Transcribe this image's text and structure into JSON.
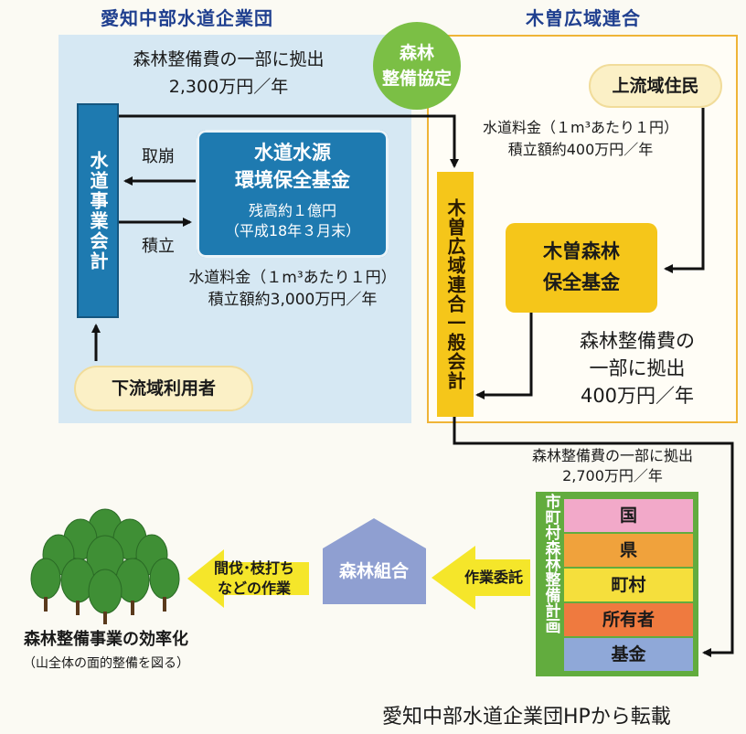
{
  "titles": {
    "left": "愛知中部水道企業団",
    "right": "木曽広域連合"
  },
  "left_top_note": {
    "line1": "森林整備費の一部に拠出",
    "line2": "2,300万円／年"
  },
  "circle": {
    "line1": "森林",
    "line2": "整備協定"
  },
  "water_account": {
    "label": "水道事業会計"
  },
  "flows": {
    "withdraw": "取崩",
    "deposit": "積立"
  },
  "water_fund": {
    "title1": "水道水源",
    "title2": "環境保全基金",
    "balance": "残高約１億円",
    "date": "（平成18年３月末）"
  },
  "water_fee_left": {
    "line1": "水道料金（１m³あたり１円）",
    "line2": "積立額約3,000万円／年"
  },
  "downstream": {
    "label": "下流域利用者"
  },
  "upstream": {
    "label": "上流域住民"
  },
  "water_fee_right": {
    "line1": "水道料金（１m³あたり１円）",
    "line2": "積立額約400万円／年"
  },
  "kiso_account": {
    "label": "木曽広域連合一般会計"
  },
  "kiso_fund": {
    "line1": "木曽森林",
    "line2": "保全基金"
  },
  "right_note": {
    "line1": "森林整備費の",
    "line2": "一部に拠出",
    "line3": "400万円／年"
  },
  "bottom_note": {
    "line1": "森林整備費の一部に拠出",
    "line2": "2,700万円／年"
  },
  "plan": {
    "label": "市町村森林整備計画",
    "rows": [
      {
        "label": "国",
        "color": "#f2a9c9"
      },
      {
        "label": "県",
        "color": "#f0a23c"
      },
      {
        "label": "町村",
        "color": "#f5df3c"
      },
      {
        "label": "所有者",
        "color": "#ef7a3f"
      },
      {
        "label": "基金",
        "color": "#8fa8d8"
      }
    ]
  },
  "commission": {
    "label": "作業委託"
  },
  "forest_assoc": {
    "label": "森林組合"
  },
  "thinning": {
    "line1": "間伐･枝打ち",
    "line2": "などの作業"
  },
  "efficiency": {
    "line1": "森林整備事業の効率化",
    "line2": "（山全体の面的整備を図る）"
  },
  "credit": "愛知中部水道企業団HPから転載",
  "colors": {
    "blue_box": "#1e7ab0",
    "yellow_box": "#f5c61a",
    "green": "#62ac3e",
    "left_panel": "#d6e8f3",
    "right_border": "#efb437"
  }
}
